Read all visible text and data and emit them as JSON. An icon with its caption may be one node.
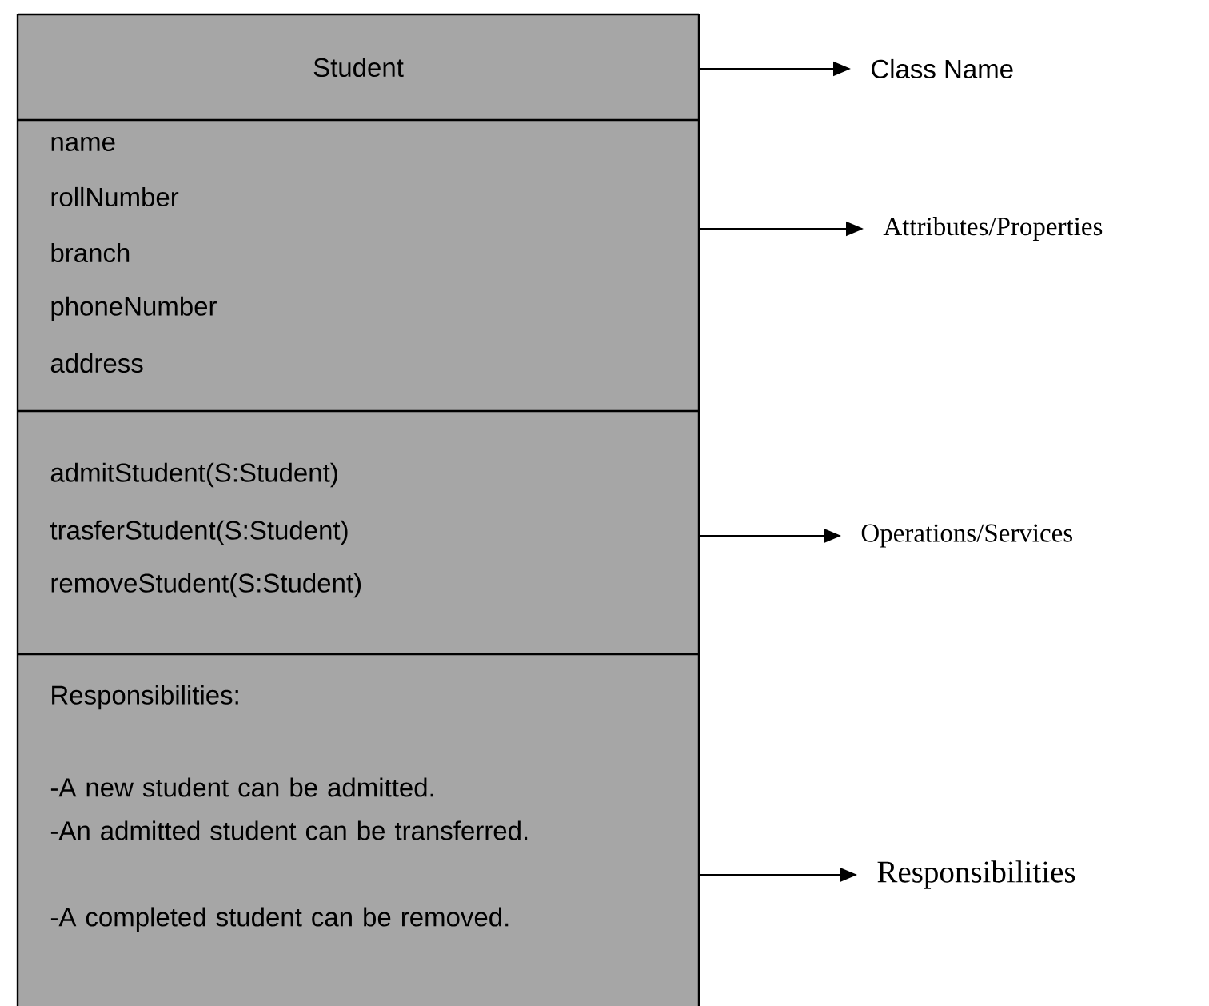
{
  "diagram": {
    "nodes": [
      {
        "text": [
          "Student"
        ]
      },
      {
        "text": [
          "name",
          "rollNumber",
          "branch",
          "phoneNumber",
          "address"
        ]
      },
      {
        "text": [
          "admitStudent(S:Student)",
          "trasferStudent(S:Student)",
          "removeStudent(S:Student)"
        ]
      },
      {
        "text": [
          "Responsibilities:",
          "-A new student can be admitted.",
          "-An admitted student can be transferred.",
          "-A completed student can be removed."
        ]
      },
      {
        "text": [
          "Class Name"
        ]
      },
      {
        "text": [
          "Attributes/Properties"
        ]
      },
      {
        "text": [
          "Operations/Services"
        ]
      },
      {
        "text": [
          "Responsibilities"
        ]
      }
    ],
    "edges": [
      {
        "from": 0,
        "to": 4,
        "arrow": "to"
      },
      {
        "from": 1,
        "to": 5,
        "arrow": "to"
      },
      {
        "from": 2,
        "to": 6,
        "arrow": "to"
      },
      {
        "from": 3,
        "to": 7,
        "arrow": "to"
      }
    ]
  }
}
